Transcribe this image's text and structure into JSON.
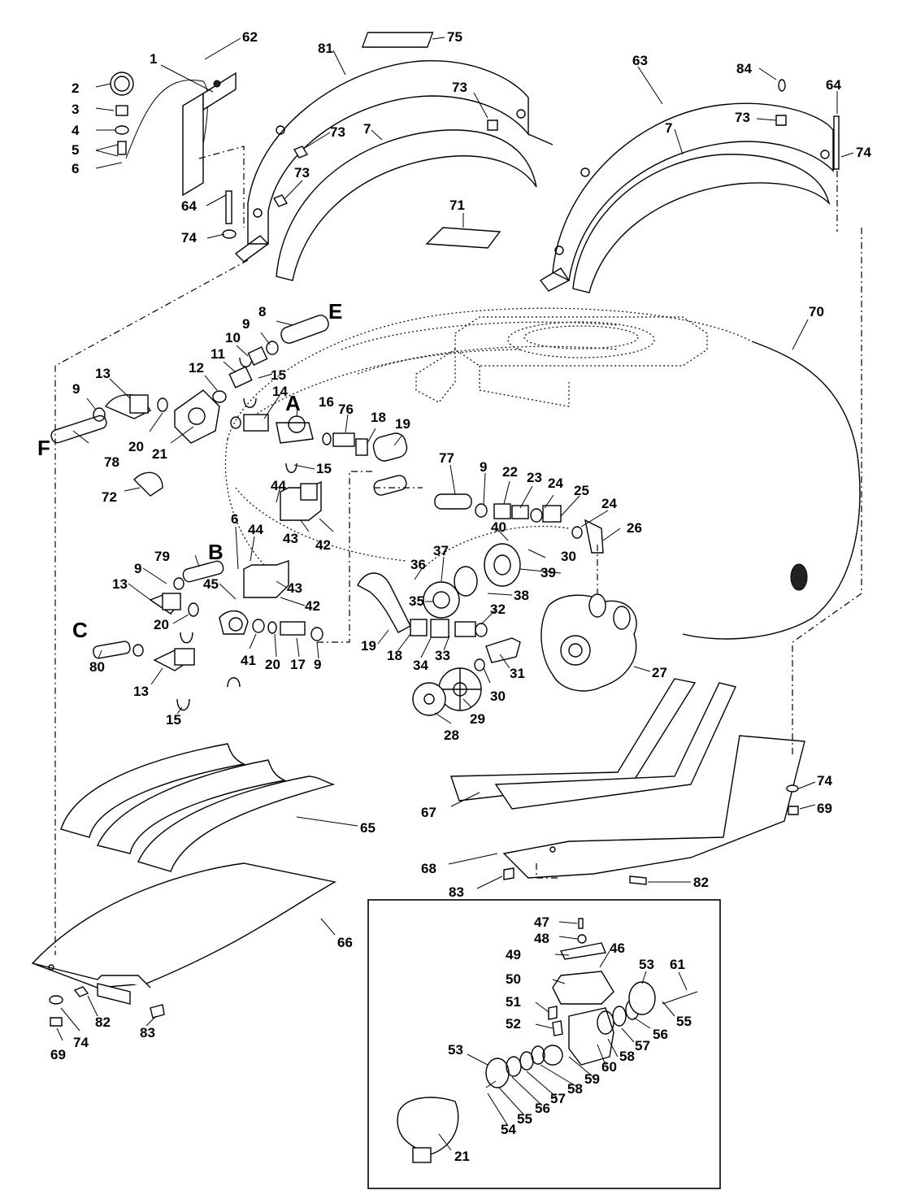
{
  "callouts": [
    {
      "id": "c62",
      "text": "62"
    },
    {
      "id": "c1",
      "text": "1"
    },
    {
      "id": "c81",
      "text": "81"
    },
    {
      "id": "c75",
      "text": "75"
    },
    {
      "id": "c63",
      "text": "63"
    },
    {
      "id": "c84",
      "text": "84"
    },
    {
      "id": "c64a",
      "text": "64"
    },
    {
      "id": "c2",
      "text": "2"
    },
    {
      "id": "c73a",
      "text": "73"
    },
    {
      "id": "c73b",
      "text": "73"
    },
    {
      "id": "c3",
      "text": "3"
    },
    {
      "id": "c7a",
      "text": "7"
    },
    {
      "id": "c7b",
      "text": "7"
    },
    {
      "id": "c73c",
      "text": "73"
    },
    {
      "id": "c74a",
      "text": "74"
    },
    {
      "id": "c4",
      "text": "4"
    },
    {
      "id": "c5",
      "text": "5"
    },
    {
      "id": "c6a",
      "text": "6"
    },
    {
      "id": "c73d",
      "text": "73"
    },
    {
      "id": "c64b",
      "text": "64"
    },
    {
      "id": "c71",
      "text": "71"
    },
    {
      "id": "c74b",
      "text": "74"
    },
    {
      "id": "c8",
      "text": "8"
    },
    {
      "id": "c70",
      "text": "70"
    },
    {
      "id": "c9a",
      "text": "9"
    },
    {
      "id": "c10",
      "text": "10"
    },
    {
      "id": "c11",
      "text": "11"
    },
    {
      "id": "c12",
      "text": "12"
    },
    {
      "id": "c13a",
      "text": "13"
    },
    {
      "id": "c15a",
      "text": "15"
    },
    {
      "id": "c9b",
      "text": "9"
    },
    {
      "id": "c14",
      "text": "14"
    },
    {
      "id": "c16",
      "text": "16"
    },
    {
      "id": "c76",
      "text": "76"
    },
    {
      "id": "c18a",
      "text": "18"
    },
    {
      "id": "c19a",
      "text": "19"
    },
    {
      "id": "c20a",
      "text": "20"
    },
    {
      "id": "c21a",
      "text": "21"
    },
    {
      "id": "c78",
      "text": "78"
    },
    {
      "id": "c77",
      "text": "77"
    },
    {
      "id": "c9c",
      "text": "9"
    },
    {
      "id": "c22",
      "text": "22"
    },
    {
      "id": "c23",
      "text": "23"
    },
    {
      "id": "c24a",
      "text": "24"
    },
    {
      "id": "c25",
      "text": "25"
    },
    {
      "id": "c24b",
      "text": "24"
    },
    {
      "id": "c15b",
      "text": "15"
    },
    {
      "id": "c72",
      "text": "72"
    },
    {
      "id": "c44a",
      "text": "44"
    },
    {
      "id": "c43a",
      "text": "43"
    },
    {
      "id": "c42a",
      "text": "42"
    },
    {
      "id": "c26",
      "text": "26"
    },
    {
      "id": "c40",
      "text": "40"
    },
    {
      "id": "c6b",
      "text": "6"
    },
    {
      "id": "c44b",
      "text": "44"
    },
    {
      "id": "c79",
      "text": "79"
    },
    {
      "id": "c9d",
      "text": "9"
    },
    {
      "id": "c36",
      "text": "36"
    },
    {
      "id": "c37",
      "text": "37"
    },
    {
      "id": "c30a",
      "text": "30"
    },
    {
      "id": "c39",
      "text": "39"
    },
    {
      "id": "c43b",
      "text": "43"
    },
    {
      "id": "c45",
      "text": "45"
    },
    {
      "id": "c13b",
      "text": "13"
    },
    {
      "id": "c42b",
      "text": "42"
    },
    {
      "id": "c35",
      "text": "35"
    },
    {
      "id": "c38",
      "text": "38"
    },
    {
      "id": "c20b",
      "text": "20"
    },
    {
      "id": "c32",
      "text": "32"
    },
    {
      "id": "c19b",
      "text": "19"
    },
    {
      "id": "c18b",
      "text": "18"
    },
    {
      "id": "c34",
      "text": "34"
    },
    {
      "id": "c33",
      "text": "33"
    },
    {
      "id": "c31",
      "text": "31"
    },
    {
      "id": "c27",
      "text": "27"
    },
    {
      "id": "c80",
      "text": "80"
    },
    {
      "id": "c41",
      "text": "41"
    },
    {
      "id": "c20c",
      "text": "20"
    },
    {
      "id": "c17",
      "text": "17"
    },
    {
      "id": "c9e",
      "text": "9"
    },
    {
      "id": "c30b",
      "text": "30"
    },
    {
      "id": "c13c",
      "text": "13"
    },
    {
      "id": "c29",
      "text": "29"
    },
    {
      "id": "c15c",
      "text": "15"
    },
    {
      "id": "c28",
      "text": "28"
    },
    {
      "id": "c74c",
      "text": "74"
    },
    {
      "id": "c69a",
      "text": "69"
    },
    {
      "id": "c67",
      "text": "67"
    },
    {
      "id": "c65",
      "text": "65"
    },
    {
      "id": "c68",
      "text": "68"
    },
    {
      "id": "c83a",
      "text": "83"
    },
    {
      "id": "c82a",
      "text": "82"
    },
    {
      "id": "c47",
      "text": "47"
    },
    {
      "id": "c48",
      "text": "48"
    },
    {
      "id": "c49",
      "text": "49"
    },
    {
      "id": "c46",
      "text": "46"
    },
    {
      "id": "c66",
      "text": "66"
    },
    {
      "id": "c53a",
      "text": "53"
    },
    {
      "id": "c61",
      "text": "61"
    },
    {
      "id": "c50",
      "text": "50"
    },
    {
      "id": "c55a",
      "text": "55"
    },
    {
      "id": "c51",
      "text": "51"
    },
    {
      "id": "c52",
      "text": "52"
    },
    {
      "id": "c56a",
      "text": "56"
    },
    {
      "id": "c57a",
      "text": "57"
    },
    {
      "id": "c58a",
      "text": "58"
    },
    {
      "id": "c60",
      "text": "60"
    },
    {
      "id": "c53b",
      "text": "53"
    },
    {
      "id": "c59",
      "text": "59"
    },
    {
      "id": "c58b",
      "text": "58"
    },
    {
      "id": "c57b",
      "text": "57"
    },
    {
      "id": "c56b",
      "text": "56"
    },
    {
      "id": "c55b",
      "text": "55"
    },
    {
      "id": "c54",
      "text": "54"
    },
    {
      "id": "c82b",
      "text": "82"
    },
    {
      "id": "c74d",
      "text": "74"
    },
    {
      "id": "c83b",
      "text": "83"
    },
    {
      "id": "c69b",
      "text": "69"
    },
    {
      "id": "c21b",
      "text": "21"
    }
  ],
  "letters": [
    {
      "id": "lE",
      "text": "E"
    },
    {
      "id": "lA",
      "text": "A"
    },
    {
      "id": "lF",
      "text": "F"
    },
    {
      "id": "lB",
      "text": "B"
    },
    {
      "id": "lC",
      "text": "C"
    }
  ]
}
